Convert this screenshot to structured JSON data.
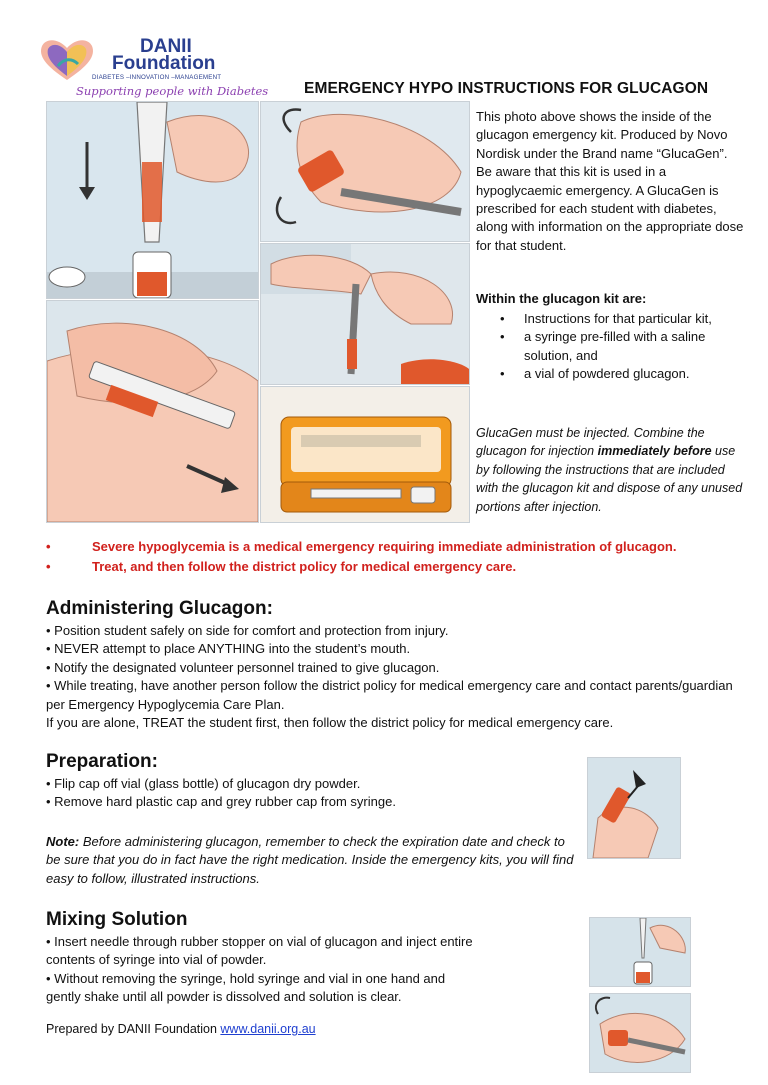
{
  "header": {
    "brand_line1": "DANII",
    "brand_line2": "Foundation",
    "brand_tagline": "DIABETES –INNOVATION –MANAGEMENT",
    "brand_motto": "Supporting people with Diabetes",
    "title": "EMERGENCY HYPO INSTRUCTIONS FOR GLUCAGON"
  },
  "intro": {
    "paragraph": "This photo above shows the inside of the glucagon emergency kit. Produced by Novo Nordisk under the Brand name “GlucaGen”. Be aware that this kit is used in a hypoglycaemic emergency. A GlucaGen is prescribed for each student with diabetes, along with information on the appropriate dose for that student.",
    "kit_heading": "Within the glucagon kit are:",
    "kit_items": [
      "Instructions for that particular kit,",
      "a syringe pre-filled with a saline solution, and",
      "a vial of powdered glucagon."
    ],
    "note_pre": "GlucaGen must be injected. Combine the glucagon for injection ",
    "note_bold": "immediately before",
    "note_post": " use by following the instructions that are included with the glucagon kit and dispose of any unused portions after injection."
  },
  "alerts": [
    "Severe hypoglycemia is a medical emergency requiring immediate administration of glucagon.",
    "Treat, and then follow the district policy for medical emergency care."
  ],
  "bullet": "•",
  "administering": {
    "heading": "Administering Glucagon:",
    "lines": [
      "• Position student safely on side for comfort and protection from injury.",
      "• NEVER attempt to place ANYTHING into the student’s mouth.",
      "• Notify the designated volunteer personnel trained to give glucagon.",
      "• While treating, have another person follow the district policy for medical emergency care and contact parents/guardian per Emergency Hypoglycemia Care Plan.",
      "If you are alone, TREAT the student first, then follow the district policy for medical emergency care."
    ]
  },
  "preparation": {
    "heading": "Preparation:",
    "lines": [
      "• Flip cap off vial (glass bottle) of glucagon dry powder.",
      "• Remove hard plastic cap and grey rubber cap from syringe."
    ],
    "note_label": "Note:",
    "note_text": " Before administering glucagon, remember to check the expiration date and check to be sure that you do in fact have the right medication. Inside the emergency kits, you will find easy to follow, illustrated instructions."
  },
  "mixing": {
    "heading": "Mixing Solution",
    "lines": [
      "• Insert needle through rubber stopper on vial of glucagon and inject entire contents of syringe into vial of powder.",
      "• Without removing the syringe, hold syringe and vial in one hand and gently shake until all powder is dissolved and solution is clear."
    ]
  },
  "footer": {
    "prefix": "Prepared by DANII Foundation ",
    "link": "www.danii.org.au"
  },
  "colors": {
    "alert_red": "#d1211d",
    "brand_blue": "#2a3f8f",
    "motto_purple": "#8b3fb0",
    "link_blue": "#1f3fd0"
  }
}
